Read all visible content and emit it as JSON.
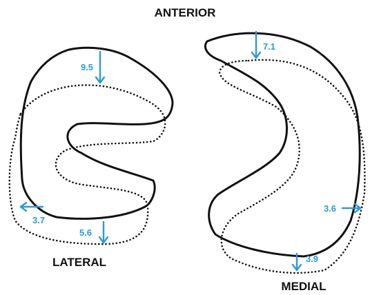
{
  "labels": {
    "anterior": "ANTERIOR",
    "lateral": "LATERAL",
    "medial": "MEDIAL"
  },
  "measurements": {
    "lateral_meniscus": {
      "anterior": "9.5",
      "lateral": "3.7",
      "posterior": "5.6"
    },
    "medial_meniscus": {
      "anterior": "7.1",
      "medial": "3.6",
      "posterior": "3.9"
    }
  },
  "colors": {
    "outline": "#111111",
    "measurement": "#2a9ad6",
    "label": "#111111"
  }
}
